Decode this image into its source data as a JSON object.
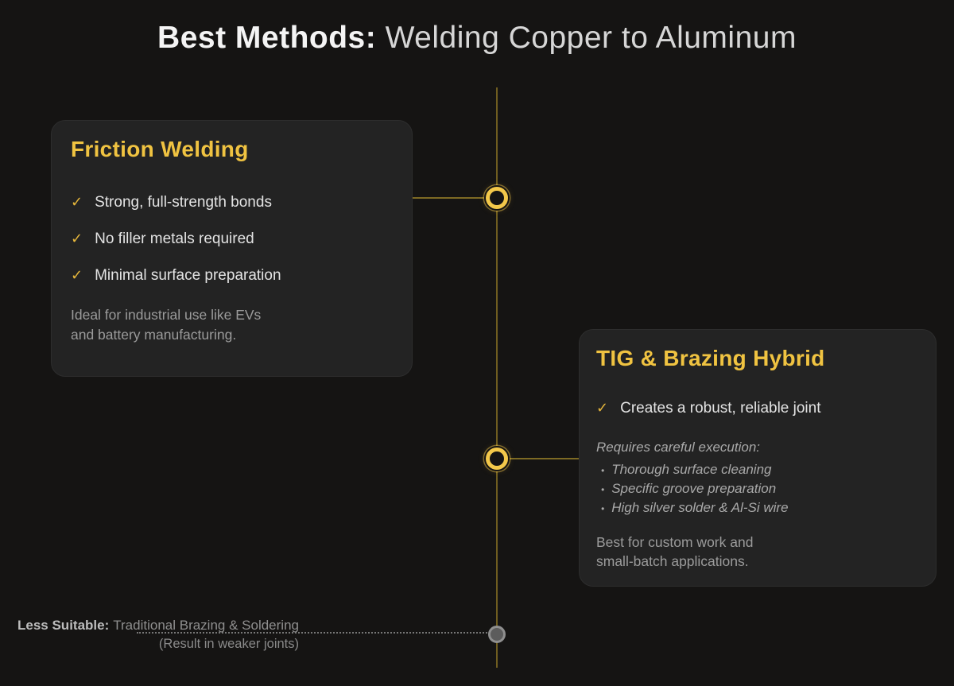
{
  "title": {
    "bold": "Best Methods:",
    "rest": " Welding Copper to Aluminum"
  },
  "icons": {
    "check": "✓",
    "bullet": "•"
  },
  "colors": {
    "background": "#151413",
    "card_background": "#232323",
    "accent_gold": "#f0c341",
    "timeline_olive": "#6f5d20",
    "muted_text": "#9b9b9b",
    "grey_node": "#5c5c5c"
  },
  "cards": [
    {
      "title": "Friction Welding",
      "bullets": [
        "Strong, full-strength bonds",
        "No filler metals required",
        "Minimal surface preparation"
      ],
      "note": "Ideal for industrial use like EVs\nand battery manufacturing."
    },
    {
      "title": "TIG & Brazing Hybrid",
      "bullets": [
        "Creates a robust, reliable joint"
      ],
      "caution_title": "Requires careful execution:",
      "caution_items": [
        "Thorough surface cleaning",
        "Specific groove preparation",
        "High silver solder & Al-Si wire"
      ],
      "note": "Best for custom work and\nsmall-batch applications."
    }
  ],
  "footer": {
    "label": "Less Suitable:",
    "text": "Traditional Brazing & Soldering",
    "subtext": "(Result in weaker joints)"
  }
}
